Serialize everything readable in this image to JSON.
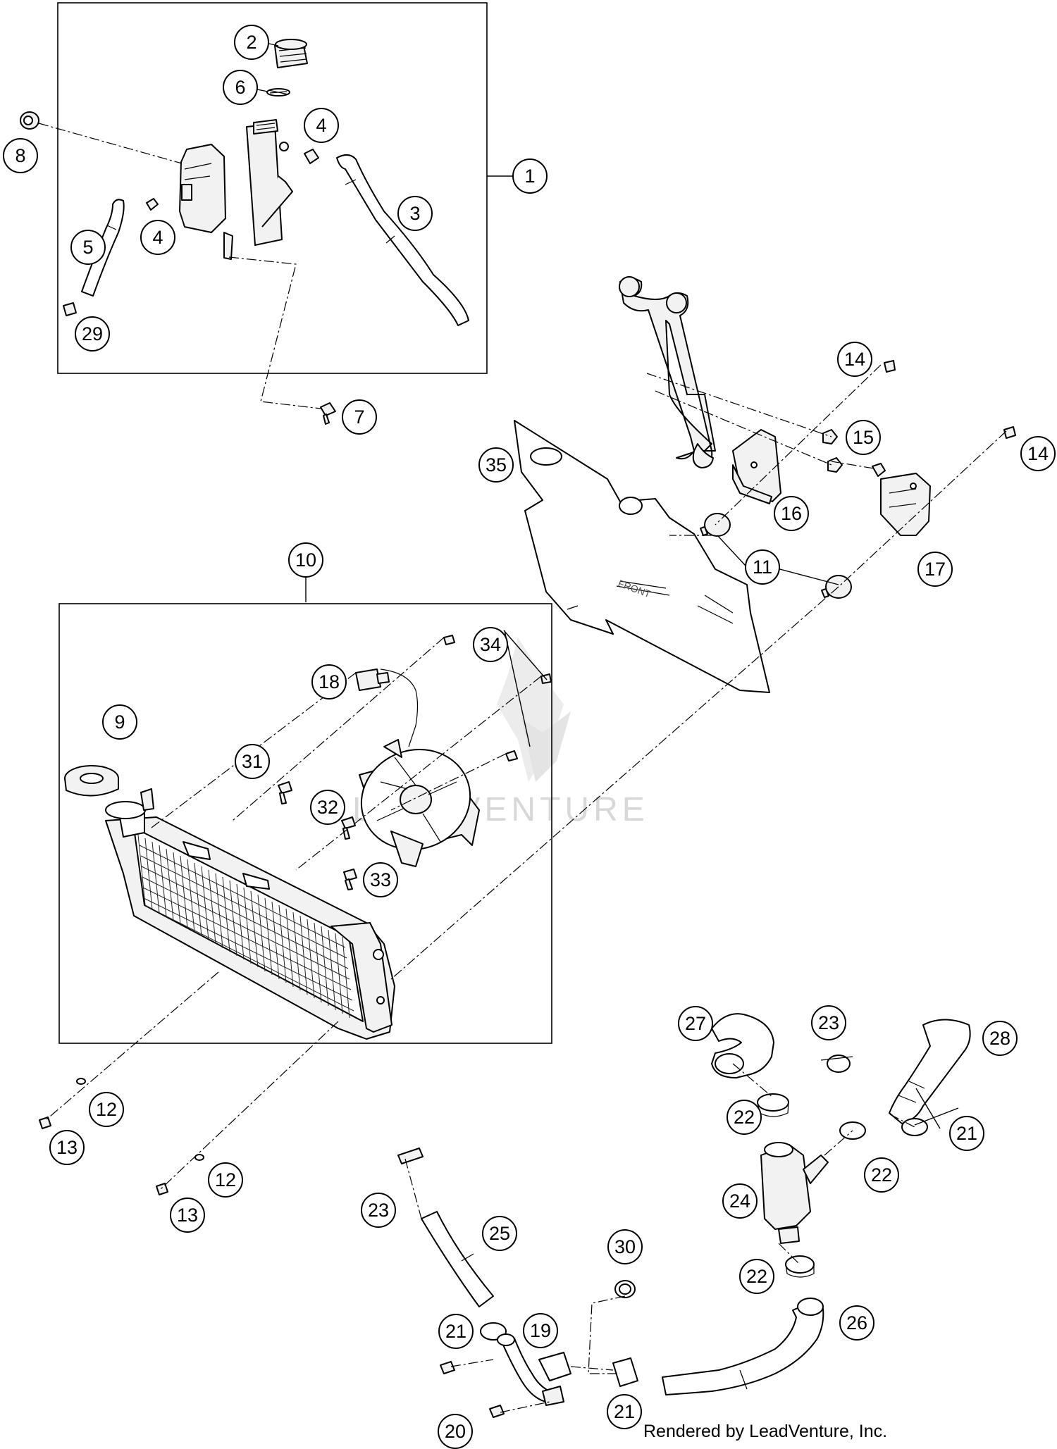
{
  "credit": "Rendered by LeadVenture, Inc.",
  "watermark": "LEADVENTURE",
  "callouts": [
    {
      "id": "c1",
      "label": "1"
    },
    {
      "id": "c2",
      "label": "2"
    },
    {
      "id": "c3",
      "label": "3"
    },
    {
      "id": "c4a",
      "label": "4"
    },
    {
      "id": "c4b",
      "label": "4"
    },
    {
      "id": "c5",
      "label": "5"
    },
    {
      "id": "c6",
      "label": "6"
    },
    {
      "id": "c7",
      "label": "7"
    },
    {
      "id": "c8",
      "label": "8"
    },
    {
      "id": "c9",
      "label": "9"
    },
    {
      "id": "c10",
      "label": "10"
    },
    {
      "id": "c11",
      "label": "11"
    },
    {
      "id": "c12a",
      "label": "12"
    },
    {
      "id": "c12b",
      "label": "12"
    },
    {
      "id": "c13a",
      "label": "13"
    },
    {
      "id": "c13b",
      "label": "13"
    },
    {
      "id": "c14a",
      "label": "14"
    },
    {
      "id": "c14b",
      "label": "14"
    },
    {
      "id": "c15",
      "label": "15"
    },
    {
      "id": "c16",
      "label": "16"
    },
    {
      "id": "c17",
      "label": "17"
    },
    {
      "id": "c18",
      "label": "18"
    },
    {
      "id": "c19",
      "label": "19"
    },
    {
      "id": "c20",
      "label": "20"
    },
    {
      "id": "c21a",
      "label": "21"
    },
    {
      "id": "c21b",
      "label": "21"
    },
    {
      "id": "c21c",
      "label": "21"
    },
    {
      "id": "c22a",
      "label": "22"
    },
    {
      "id": "c22b",
      "label": "22"
    },
    {
      "id": "c22c",
      "label": "22"
    },
    {
      "id": "c23a",
      "label": "23"
    },
    {
      "id": "c23b",
      "label": "23"
    },
    {
      "id": "c24",
      "label": "24"
    },
    {
      "id": "c25",
      "label": "25"
    },
    {
      "id": "c26",
      "label": "26"
    },
    {
      "id": "c27",
      "label": "27"
    },
    {
      "id": "c28",
      "label": "28"
    },
    {
      "id": "c29",
      "label": "29"
    },
    {
      "id": "c30",
      "label": "30"
    },
    {
      "id": "c31",
      "label": "31"
    },
    {
      "id": "c32",
      "label": "32"
    },
    {
      "id": "c33",
      "label": "33"
    },
    {
      "id": "c34",
      "label": "34"
    },
    {
      "id": "c35",
      "label": "35"
    }
  ]
}
